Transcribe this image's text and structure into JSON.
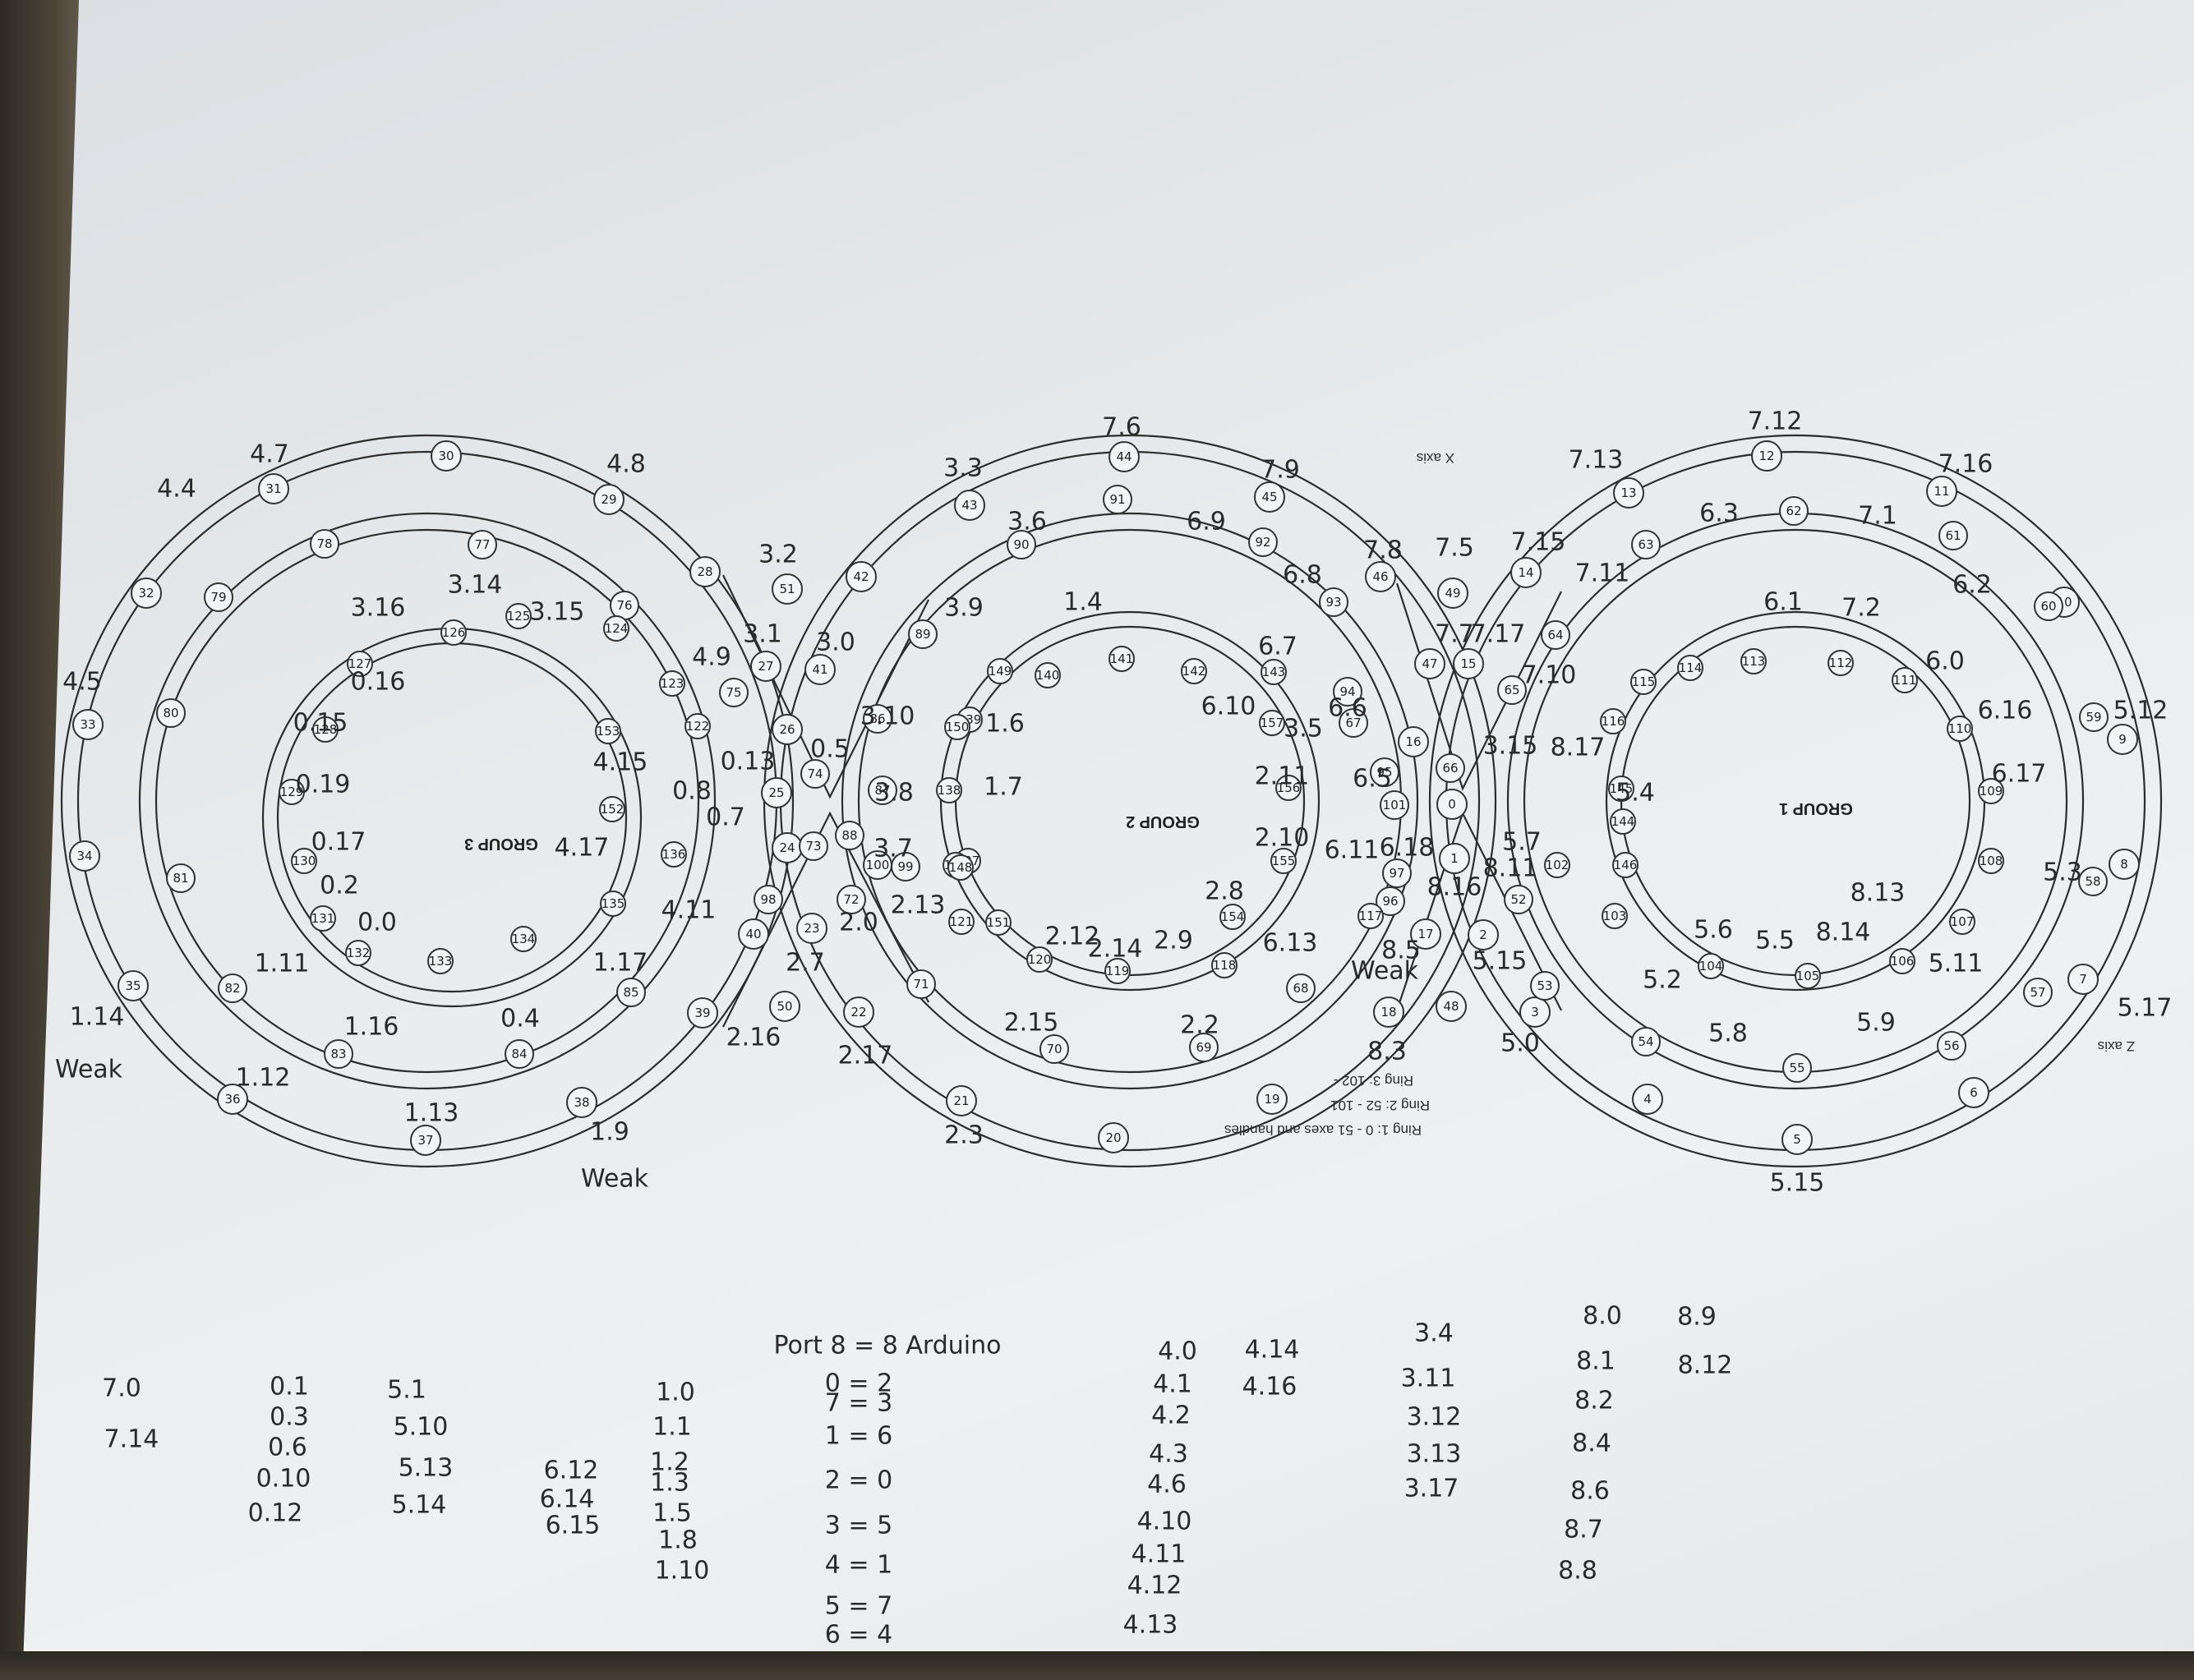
{
  "ring_legend": [
    "Ring 1: 0 - 51  axes and handles",
    "Ring 2: 52 - 101",
    "Ring 3: 102 -"
  ],
  "axis_labels": {
    "x": "X axis",
    "z": "Z axis"
  },
  "groups": [
    "GROUP 3",
    "GROUP 2",
    "GROUP 1"
  ],
  "ring1_nodes": [
    "0",
    "1",
    "2",
    "3",
    "4",
    "5",
    "6",
    "7",
    "8",
    "9",
    "10",
    "11",
    "12",
    "13",
    "14",
    "15",
    "16",
    "17",
    "18",
    "19",
    "20",
    "21",
    "22",
    "23",
    "24",
    "25",
    "26",
    "27",
    "28",
    "29",
    "30",
    "31",
    "32",
    "33",
    "34",
    "35",
    "36",
    "37",
    "38",
    "39",
    "40",
    "41",
    "42",
    "43",
    "44",
    "45",
    "46",
    "47",
    "48",
    "49",
    "50",
    "51"
  ],
  "ring2_nodes": [
    "52",
    "53",
    "54",
    "55",
    "56",
    "57",
    "58",
    "59",
    "60",
    "61",
    "62",
    "63",
    "64",
    "65",
    "66",
    "67",
    "68",
    "69",
    "70",
    "71",
    "72",
    "73",
    "74",
    "75",
    "76",
    "77",
    "78",
    "79",
    "80",
    "81",
    "82",
    "83",
    "84",
    "85",
    "86",
    "87",
    "88",
    "89",
    "90",
    "91",
    "92",
    "93",
    "94",
    "95",
    "96",
    "97",
    "98",
    "99",
    "100",
    "101"
  ],
  "ring3_nodes": [
    "102",
    "103",
    "104",
    "105",
    "106",
    "107",
    "108",
    "109",
    "110",
    "111",
    "112",
    "113",
    "114",
    "115",
    "116",
    "117",
    "118",
    "119",
    "120",
    "121",
    "122",
    "123",
    "124",
    "125",
    "126",
    "127",
    "128",
    "129",
    "130",
    "131",
    "132",
    "133",
    "134",
    "135",
    "136",
    "137",
    "138",
    "139",
    "140",
    "141",
    "142",
    "143",
    "144",
    "145",
    "146",
    "147",
    "148",
    "149",
    "150",
    "151",
    "152",
    "153",
    "154",
    "155",
    "156",
    "157"
  ],
  "annotations": [
    "4.4",
    "4.7",
    "4.8",
    "4.5",
    "1.14",
    "Weak",
    "1.12",
    "1.13",
    "1.9",
    "Weak",
    "3.16",
    "3.14",
    "3.15",
    "0.16",
    "0.15",
    "0.19",
    "0.17",
    "0.2",
    "0.0",
    "1.11",
    "1.16",
    "0.4",
    "1.17",
    "4.15",
    "4.17",
    "0.8",
    "0.13",
    "0.7",
    "4.11",
    "4.9",
    "3.1",
    "3.2",
    "3.0",
    "0.5",
    "2.7",
    "2.16",
    "2.17",
    "2.0",
    "2.3",
    "3.3",
    "7.6",
    "7.9",
    "3.6",
    "6.9",
    "3.9",
    "1.4",
    "6.8",
    "6.7",
    "6.10",
    "3.10",
    "1.6",
    "3.5",
    "3.8",
    "3.7",
    "1.7",
    "2.11",
    "2.10",
    "2.13",
    "2.12",
    "2.14",
    "2.9",
    "2.8",
    "6.13",
    "2.15",
    "2.2",
    "6.6",
    "6.5",
    "6.11",
    "6.18",
    "7.8",
    "7.5",
    "7.15",
    "7.7",
    "7.17",
    "7.10",
    "3.15",
    "8.17",
    "8.16",
    "8.11",
    "8.5",
    "Weak",
    "5.15",
    "8.3",
    "5.0",
    "7.13",
    "7.12",
    "7.16",
    "6.3",
    "7.1",
    "7.11",
    "6.1",
    "7.2",
    "6.2",
    "6.0",
    "6.16",
    "6.17",
    "5.4",
    "5.7",
    "5.3",
    "5.12",
    "8.13",
    "8.14",
    "5.6",
    "5.5",
    "5.2",
    "5.8",
    "5.11",
    "5.9",
    "5.17",
    "5.15"
  ],
  "bottom_notes": {
    "col1": [
      "7.0",
      "7.14"
    ],
    "col2": [
      "0.1",
      "0.3",
      "0.6",
      "0.10",
      "0.12"
    ],
    "col3": [
      "5.1",
      "5.10",
      "5.13",
      "5.14"
    ],
    "col4": [
      "6.12",
      "6.14",
      "6.15"
    ],
    "col5": [
      "1.0",
      "1.1",
      "1.2",
      "1.3",
      "1.5",
      "1.8",
      "1.10"
    ],
    "arduino_title": "Port 8 = 8 Arduino",
    "port_map": [
      "0 = 2",
      "7 = 3",
      "1 = 6",
      "2 = 0",
      "3 = 5",
      "4 = 1",
      "5 = 7",
      "6 = 4"
    ],
    "col7a": [
      "4.0",
      "4.1",
      "4.2",
      "4.3",
      "4.6",
      "4.10",
      "4.11",
      "4.12",
      "4.13"
    ],
    "col7b": [
      "4.14",
      "4.16"
    ],
    "col8": [
      "3.4",
      "3.11",
      "3.12",
      "3.13",
      "3.17"
    ],
    "col9a": [
      "8.0",
      "8.1",
      "8.2",
      "8.4",
      "8.6",
      "8.7",
      "8.8"
    ],
    "col9b": [
      "8.9",
      "8.12"
    ]
  },
  "colors": {
    "paper": "#e8eaec",
    "ink": "#2a2a2a",
    "table": "#3a3630"
  }
}
